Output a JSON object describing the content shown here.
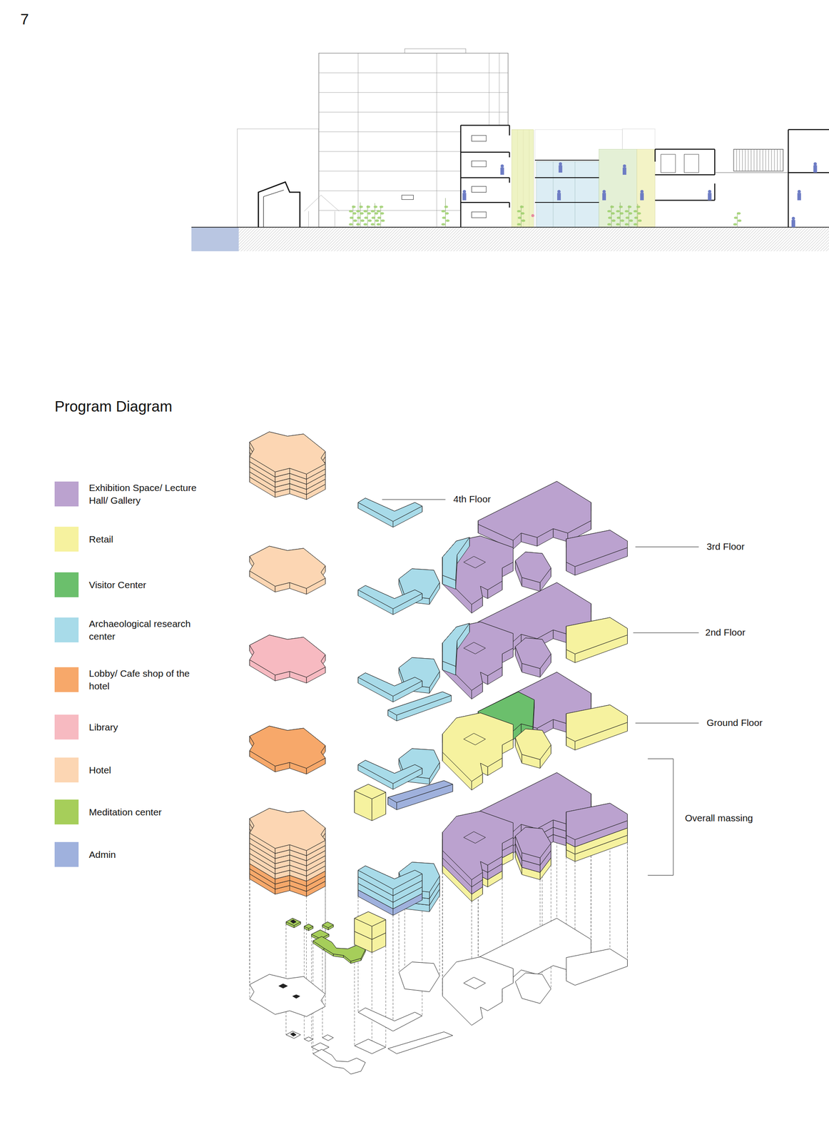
{
  "diagram": {
    "title": "Program Diagram",
    "labels": [
      "7",
      "4th Floor",
      "3rd Floor",
      "2nd Floor",
      "Ground Floor",
      "Overall massing"
    ],
    "legend": [
      {
        "text": "Exhibition Space/ Lecture Hall/ Gallery",
        "color": "#bba2cf"
      },
      {
        "text": "Retail",
        "color": "#f6f29f"
      },
      {
        "text": "Visitor Center",
        "color": "#6bbf6c"
      },
      {
        "text": "Archaeological research center",
        "color": "#a8dbe9"
      },
      {
        "text": "Lobby/ Cafe shop of the hotel",
        "color": "#f7a86a"
      },
      {
        "text": "Library",
        "color": "#f7bac1"
      },
      {
        "text": "Hotel",
        "color": "#fcd6b3"
      },
      {
        "text": "Meditation center",
        "color": "#a6ce5a"
      },
      {
        "text": "Admin",
        "color": "#9fb1dd"
      }
    ]
  }
}
